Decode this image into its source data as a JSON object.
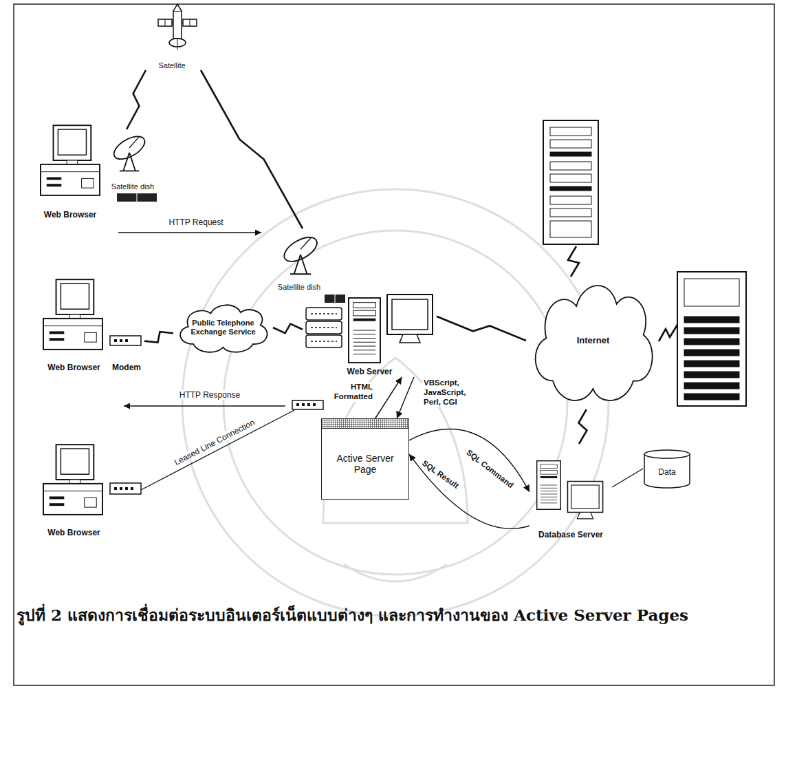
{
  "diagram": {
    "caption": "รูปที่ 2 แสดงการเชื่อมต่อระบบอินเตอร์เน็ตแบบต่างๆ และการทำงานของ Active Server Pages",
    "nodes": [
      {
        "text": [
          "Satellite"
        ]
      },
      {
        "text": [
          "Web Browser"
        ]
      },
      {
        "text": [
          "Satellite dish"
        ]
      },
      {
        "text": [
          "Satellite dish"
        ]
      },
      {
        "text": [
          "Web Browser"
        ]
      },
      {
        "text": [
          "Modem"
        ]
      },
      {
        "text": [
          "Public Telephone Exchange Service"
        ]
      },
      {
        "text": [
          "Web Server"
        ]
      },
      {
        "text": [
          "Internet"
        ]
      },
      {
        "text": [
          "Web Browser"
        ]
      },
      {
        "text": [
          "Active Server Page"
        ]
      },
      {
        "text": [
          "Database Server"
        ]
      },
      {
        "text": [
          "Data"
        ]
      }
    ],
    "edges": [
      {
        "from": 2,
        "to": 0,
        "arrow": "none"
      },
      {
        "from": 0,
        "to": 3,
        "arrow": "none"
      },
      {
        "from": 5,
        "to": 6,
        "arrow": "none"
      },
      {
        "from": 6,
        "to": 7,
        "arrow": "none"
      },
      {
        "from": 7,
        "to": 8,
        "arrow": "none"
      },
      {
        "from": 8,
        "to": 11,
        "arrow": "none"
      },
      {
        "from": 10,
        "to": 7,
        "label": "HTML Formatted",
        "arrow": "to"
      },
      {
        "from": 7,
        "to": 10,
        "label": "VBScript, JavaScript, Perl, CGI",
        "arrow": "to"
      },
      {
        "from": 10,
        "to": 11,
        "label": "SQL Command",
        "arrow": "to"
      },
      {
        "from": 11,
        "to": 10,
        "label": "SQL Result",
        "arrow": "to"
      },
      {
        "from": 11,
        "to": 12,
        "arrow": "none"
      }
    ],
    "labels": [
      "HTTP Request",
      "HTTP Response",
      "Leased Line Connection"
    ]
  }
}
